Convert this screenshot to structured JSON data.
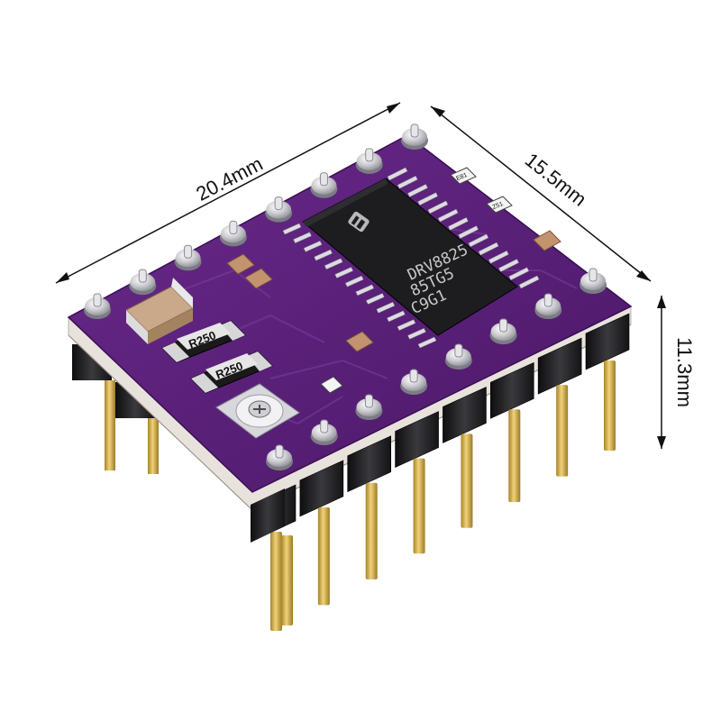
{
  "dimensions": {
    "length": "20.4mm",
    "width": "15.5mm",
    "height": "11.3mm"
  },
  "chip": {
    "line1": "DRV8825",
    "line2": "85TG5",
    "line3": "C9G1"
  },
  "resistors": {
    "r1": "R250",
    "r2": "R250"
  },
  "small_parts": {
    "marking_a": "E81",
    "marking_b": "Z51"
  },
  "colors": {
    "pcb": "#5b1f7a",
    "pcb_dark": "#43145c",
    "header": "#1c1c1e",
    "pin": "#d6b24a",
    "solder": "#d8d8dc",
    "chip": "#1d1d1f"
  }
}
